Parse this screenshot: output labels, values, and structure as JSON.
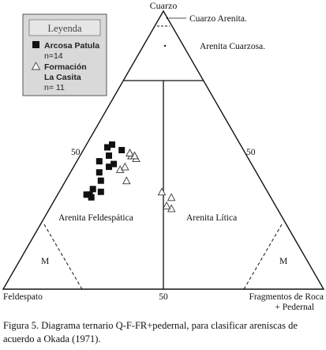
{
  "vertices": {
    "top": "Cuarzo",
    "left": "Feldespato",
    "right_line1": "Fragmentos de Roca",
    "right_line2": "+ Pedernal"
  },
  "field_labels": {
    "cuarzo_arenita": "Cuarzo Arenita.",
    "arenita_cuarzosa": "Arenita Cuarzosa.",
    "arenita_feldespatica": "Arenita Feldespática",
    "arenita_litica": "Arenita Lítica",
    "m_left": "M",
    "m_right": "M"
  },
  "tick_labels": {
    "left_50": "50",
    "right_50": "50",
    "bottom_50": "50"
  },
  "legend": {
    "title": "Leyenda",
    "arcosa_name": "Arcosa Patula",
    "arcosa_n": "n=14",
    "formacion_name_1": "Formación",
    "formacion_name_2": "La Casita",
    "formacion_n": "n= 11"
  },
  "caption": "Figura 5. Diagrama ternario Q-F-FR+pedernal, para clasificar areniscas de acuerdo a Okada (1971).",
  "colors": {
    "legend_bg": "#d9d9d9",
    "line": "#111111"
  },
  "samples": {
    "arcosa_patula": [
      [
        0.52,
        0.4,
        0.08
      ],
      [
        0.51,
        0.42,
        0.07
      ],
      [
        0.48,
        0.43,
        0.09
      ],
      [
        0.46,
        0.47,
        0.07
      ],
      [
        0.42,
        0.49,
        0.09
      ],
      [
        0.44,
        0.45,
        0.11
      ],
      [
        0.39,
        0.5,
        0.11
      ],
      [
        0.36,
        0.54,
        0.1
      ],
      [
        0.35,
        0.52,
        0.13
      ],
      [
        0.34,
        0.56,
        0.1
      ],
      [
        0.34,
        0.57,
        0.09
      ],
      [
        0.33,
        0.56,
        0.11
      ],
      [
        0.45,
        0.43,
        0.12
      ],
      [
        0.5,
        0.38,
        0.12
      ]
    ],
    "formacion_la_casita": [
      [
        0.48,
        0.36,
        0.16
      ],
      [
        0.47,
        0.35,
        0.18
      ],
      [
        0.48,
        0.35,
        0.17
      ],
      [
        0.43,
        0.42,
        0.15
      ],
      [
        0.44,
        0.4,
        0.16
      ],
      [
        0.39,
        0.42,
        0.19
      ],
      [
        0.35,
        0.33,
        0.32
      ],
      [
        0.33,
        0.31,
        0.36
      ],
      [
        0.29,
        0.33,
        0.38
      ],
      [
        0.3,
        0.34,
        0.36
      ],
      [
        0.49,
        0.36,
        0.15
      ]
    ]
  }
}
